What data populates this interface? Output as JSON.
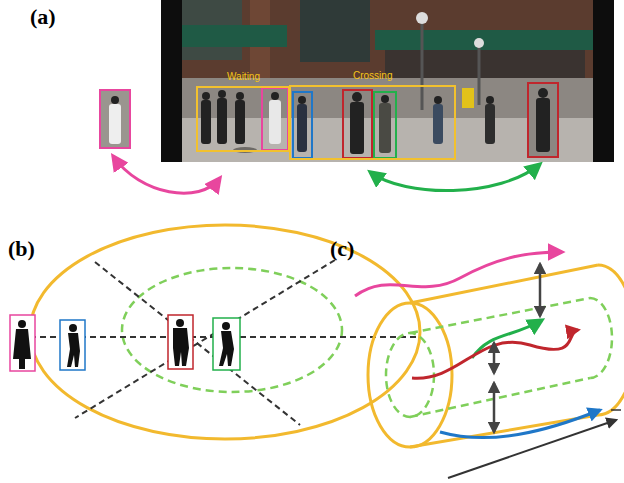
{
  "diagram": {
    "nodes": [
      {
        "text": [
          "Waiting"
        ]
      },
      {
        "text": [
          "Crossing"
        ]
      }
    ],
    "labels": [
      "(a)",
      "(b)",
      "(c)"
    ]
  }
}
